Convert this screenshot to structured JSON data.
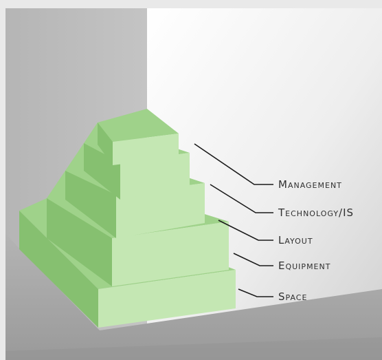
{
  "diagram": {
    "layers": [
      {
        "label": "Management"
      },
      {
        "label": "Technology/IS"
      },
      {
        "label": "Layout"
      },
      {
        "label": "Equipment"
      },
      {
        "label": "Space"
      }
    ]
  },
  "colors": {
    "step_top": "#9fd28a",
    "step_front": "#c4e7b3",
    "step_side": "#86c070",
    "wall_left": "#b9b9b9",
    "wall_right_light": "#fbfbfb",
    "wall_right_dark": "#d9d9d9",
    "floor": "#a7a7a7",
    "leader_line": "#1a1a1a"
  }
}
